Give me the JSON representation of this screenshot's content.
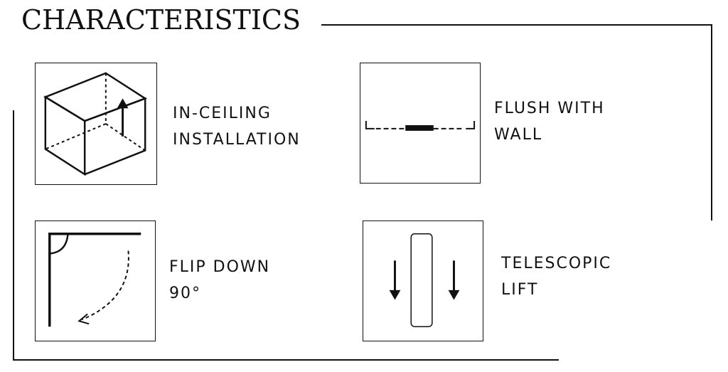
{
  "title": "CHARACTERISTICS",
  "colors": {
    "ink": "#111111",
    "background": "#ffffff"
  },
  "features": [
    {
      "icon": "in-ceiling-box-icon",
      "line1": "IN-CEILING",
      "line2": "INSTALLATION"
    },
    {
      "icon": "flush-with-wall-icon",
      "line1": "FLUSH WITH",
      "line2": "WALL"
    },
    {
      "icon": "flip-down-icon",
      "line1": "FLIP DOWN",
      "line2": "90°"
    },
    {
      "icon": "telescopic-lift-icon",
      "line1": "TELESCOPIC",
      "line2": "LIFT"
    }
  ]
}
